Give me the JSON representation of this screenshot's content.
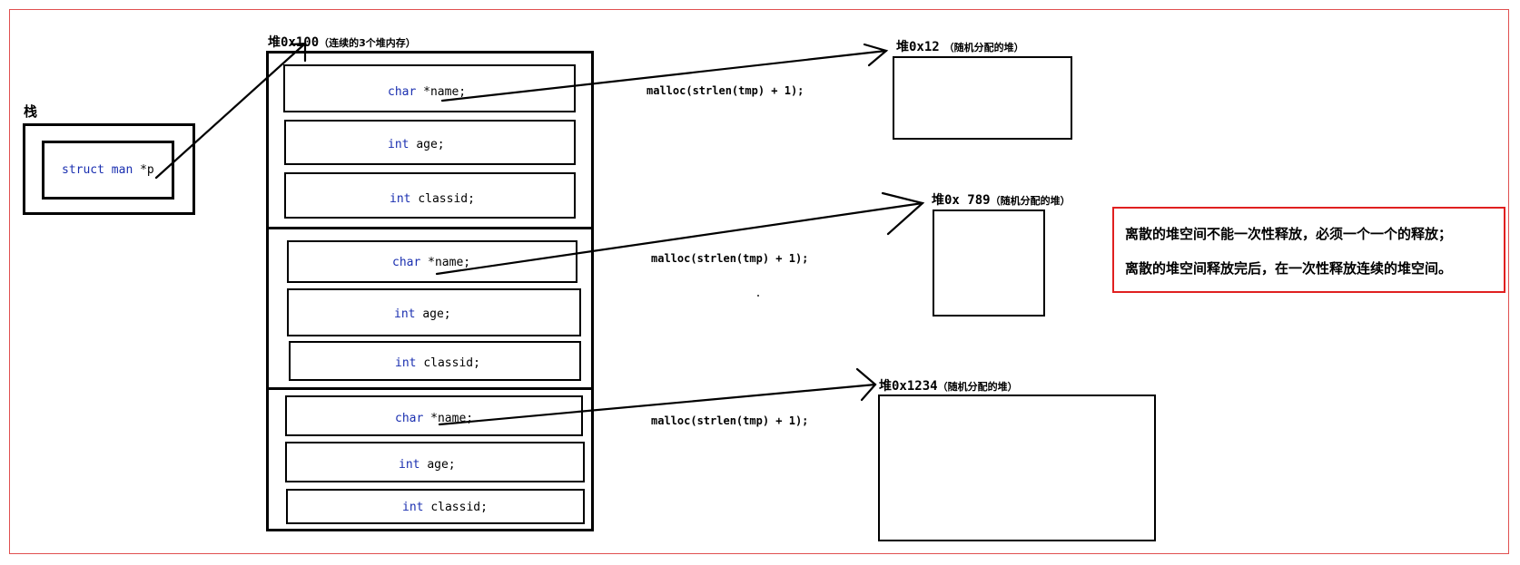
{
  "stack": {
    "label": "栈",
    "var_type": "struct",
    "var_struct": "man",
    "var_name": "*p"
  },
  "contiguous_heap": {
    "label": "堆",
    "addr": "0x100",
    "note": "（连续的3个堆内存）",
    "blocks": [
      {
        "f1_type": "char",
        "f1_name": "*name;",
        "f2_type": "int",
        "f2_name": "age;",
        "f3_type": "int",
        "f3_name": "classid;"
      },
      {
        "f1_type": "char",
        "f1_name": "*name;",
        "f2_type": "int",
        "f2_name": "age;",
        "f3_type": "int",
        "f3_name": "classid;"
      },
      {
        "f1_type": "char",
        "f1_name": "*name;",
        "f2_type": "int",
        "f2_name": "age;",
        "f3_type": "int",
        "f3_name": "classid;"
      }
    ]
  },
  "malloc_labels": [
    "malloc(strlen(tmp) + 1);",
    "malloc(strlen(tmp) + 1);",
    "malloc(strlen(tmp) + 1);"
  ],
  "random_heaps": [
    {
      "label": "堆",
      "addr": "0x12",
      "note": "（随机分配的堆）"
    },
    {
      "label": "堆",
      "addr": "0x 789",
      "note": "（随机分配的堆）"
    },
    {
      "label": "堆",
      "addr": "0x1234",
      "note": "（随机分配的堆）"
    }
  ],
  "note": {
    "line1": "离散的堆空间不能一次性释放，必须一个一个的释放；",
    "line2": "离散的堆空间释放完后，在一次性释放连续的堆空间。"
  },
  "colors": {
    "keyword": "#1a2fb0",
    "frame": "#e05050",
    "note_border": "#e02020"
  }
}
